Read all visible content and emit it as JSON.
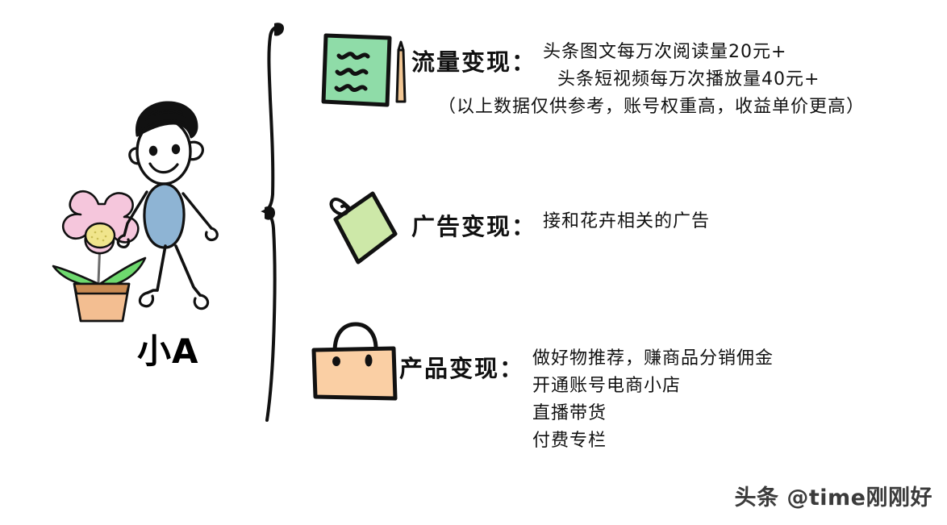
{
  "illustration": {
    "character_label": "小A",
    "character_name": "stick-figure-boy",
    "flower_name": "potted-flower",
    "colors": {
      "body": "#8EB4D4",
      "hair": "#111111",
      "flower_petal": "#F5C6DC",
      "flower_center": "#F0E58C",
      "leaf": "#6ED96E",
      "pot": "#F3BE91",
      "pot_rim": "#C98A52"
    }
  },
  "brace": {
    "name": "hand-drawn-curly-brace",
    "color": "#111111"
  },
  "rows": [
    {
      "id": "traffic",
      "icon": "green-note-with-pencil-icon",
      "icon_colors": {
        "note": "#8FDCA8",
        "pencil": "#F2C795",
        "outline": "#111111"
      },
      "heading": "流量变现：",
      "lines": [
        "头条图文每万次阅读量20元+",
        "头条短视频每万次播放量40元+",
        "（以上数据仅供参考，账号权重高，收益单价更高）"
      ]
    },
    {
      "id": "ads",
      "icon": "green-price-tag-icon",
      "icon_colors": {
        "tag": "#CDE8A8",
        "outline": "#111111"
      },
      "heading": "广告变现：",
      "lines": [
        "接和花卉相关的广告"
      ]
    },
    {
      "id": "product",
      "icon": "orange-shopping-bag-icon",
      "icon_colors": {
        "bag": "#FACFA4",
        "outline": "#111111"
      },
      "heading": "产品变现：",
      "lines": [
        "做好物推荐，赚商品分销佣金",
        "开通账号电商小店",
        "直播带货",
        "付费专栏"
      ]
    }
  ],
  "watermark": {
    "text": "头条 @time刚刚好"
  }
}
